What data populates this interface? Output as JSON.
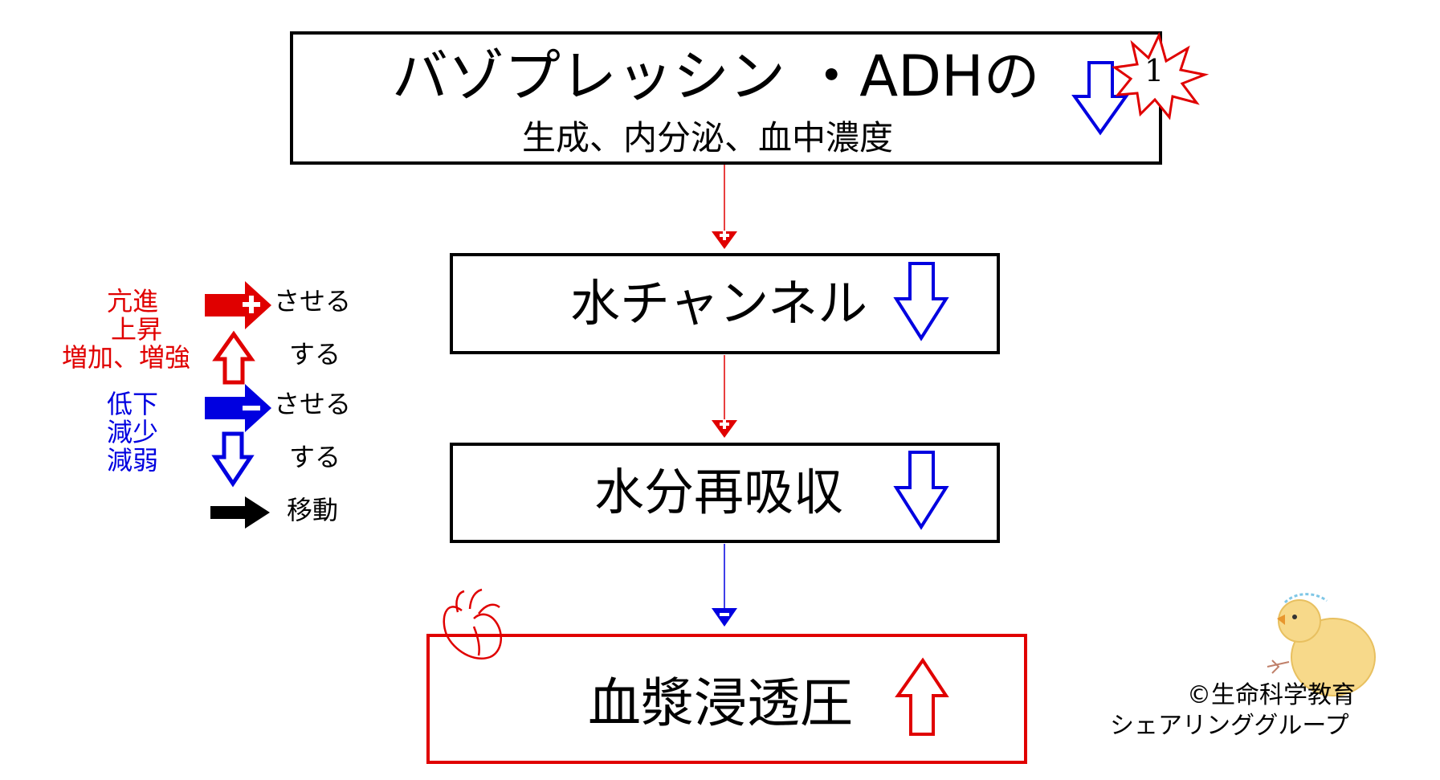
{
  "top_box": {
    "title": "バゾプレッシン ・ADHの",
    "subtitle": "生成、内分泌、血中濃度",
    "badge_number": "1",
    "direction": "down"
  },
  "middle_box": {
    "label": "水チャンネル",
    "direction": "down"
  },
  "lower_box": {
    "label": "水分再吸収",
    "direction": "down"
  },
  "bottom_box": {
    "label": "血漿浸透圧",
    "direction": "up"
  },
  "connectors": [
    {
      "from": "top_box",
      "to": "middle_box",
      "effect": "plus"
    },
    {
      "from": "middle_box",
      "to": "lower_box",
      "effect": "plus"
    },
    {
      "from": "lower_box",
      "to": "bottom_box",
      "effect": "minus"
    }
  ],
  "legend": {
    "increase_words": [
      "亢進",
      "上昇",
      "増加、増強"
    ],
    "decrease_words": [
      "低下",
      "減少",
      "減弱"
    ],
    "causes_label": "させる",
    "does_label": "する",
    "move_label": "移動"
  },
  "credit": {
    "line1": "©生命科学教育",
    "line2": "シェアリンググループ"
  },
  "colors": {
    "red": "#e00000",
    "blue": "#0000e0",
    "black": "#000000",
    "box_red": "#e00000"
  },
  "icons": [
    "heart-icon",
    "burst-badge-icon",
    "chick-mascot-icon"
  ]
}
